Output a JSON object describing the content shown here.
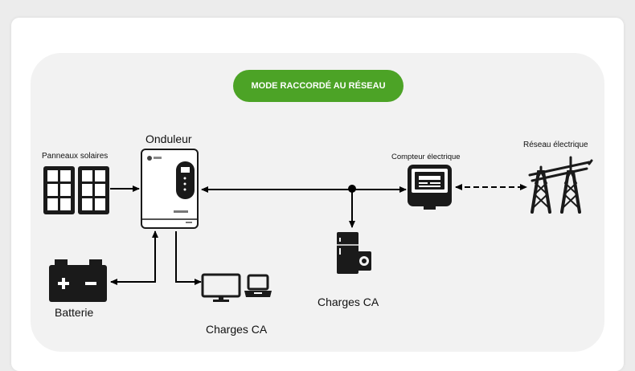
{
  "mode_button": {
    "label": "MODE RACCORDÉ AU RÉSEAU"
  },
  "labels": {
    "inverter": "Onduleur",
    "solar_panels": "Panneaux solaires",
    "meter": "Compteur électrique",
    "grid": "Réseau électrique",
    "battery": "Batterie",
    "ac_loads_right": "Charges CA",
    "ac_loads_bottom": "Charges CA"
  },
  "colors": {
    "accent": "#4ca326",
    "icon": "#1a1a1a",
    "panel_bg": "#f2f2f2"
  }
}
